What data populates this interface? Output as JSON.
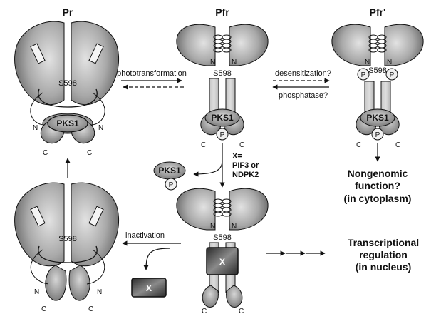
{
  "labels": {
    "pr": "Pr",
    "pfr": "Pfr",
    "pfr_prime": "Pfr'",
    "s598": "S598",
    "pks1": "PKS1",
    "p": "P",
    "n": "N",
    "c": "C",
    "x": "X",
    "phototransformation": "phototransformation",
    "desensitization": "desensitization?",
    "phosphatase": "phosphatase?",
    "x_eq": "X=",
    "pif3": "PIF3 or",
    "ndpk2": "NDPK2",
    "inactivation": "inactivation",
    "nongenomic_1": "Nongenomic",
    "nongenomic_2": "function?",
    "nongenomic_3": "(in cytoplasm)",
    "transcriptional_1": "Transcriptional",
    "transcriptional_2": "regulation",
    "transcriptional_3": "(in nucleus)"
  },
  "colors": {
    "shade_dark": "#6b6b6b",
    "shade_mid": "#a8a8a8",
    "shade_light": "#d9d9d9",
    "ink": "#111111",
    "x_box": "#3a3a3a"
  }
}
